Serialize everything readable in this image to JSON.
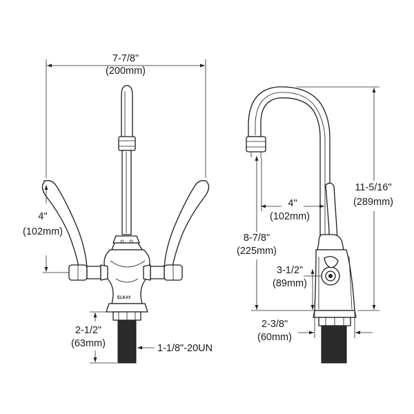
{
  "brand": "ELKAY",
  "front_view": {
    "overall_width": {
      "imperial": "7-7/8\"",
      "metric": "(200mm)"
    },
    "handle_height": {
      "imperial": "4\"",
      "metric": "(102mm)"
    },
    "shank_length": {
      "imperial": "2-1/2\"",
      "metric": "(63mm)"
    },
    "thread_spec": "1-1/8\"-20UN"
  },
  "side_view": {
    "overall_height": {
      "imperial": "11-5/16\"",
      "metric": "(289mm)"
    },
    "spout_reach": {
      "imperial": "4\"",
      "metric": "(102mm)"
    },
    "spout_height": {
      "imperial": "8-7/8\"",
      "metric": "(225mm)"
    },
    "handle_center_height": {
      "imperial": "3-1/2\"",
      "metric": "(89mm)"
    },
    "base_width": {
      "imperial": "2-3/8\"",
      "metric": "(60mm)"
    }
  }
}
